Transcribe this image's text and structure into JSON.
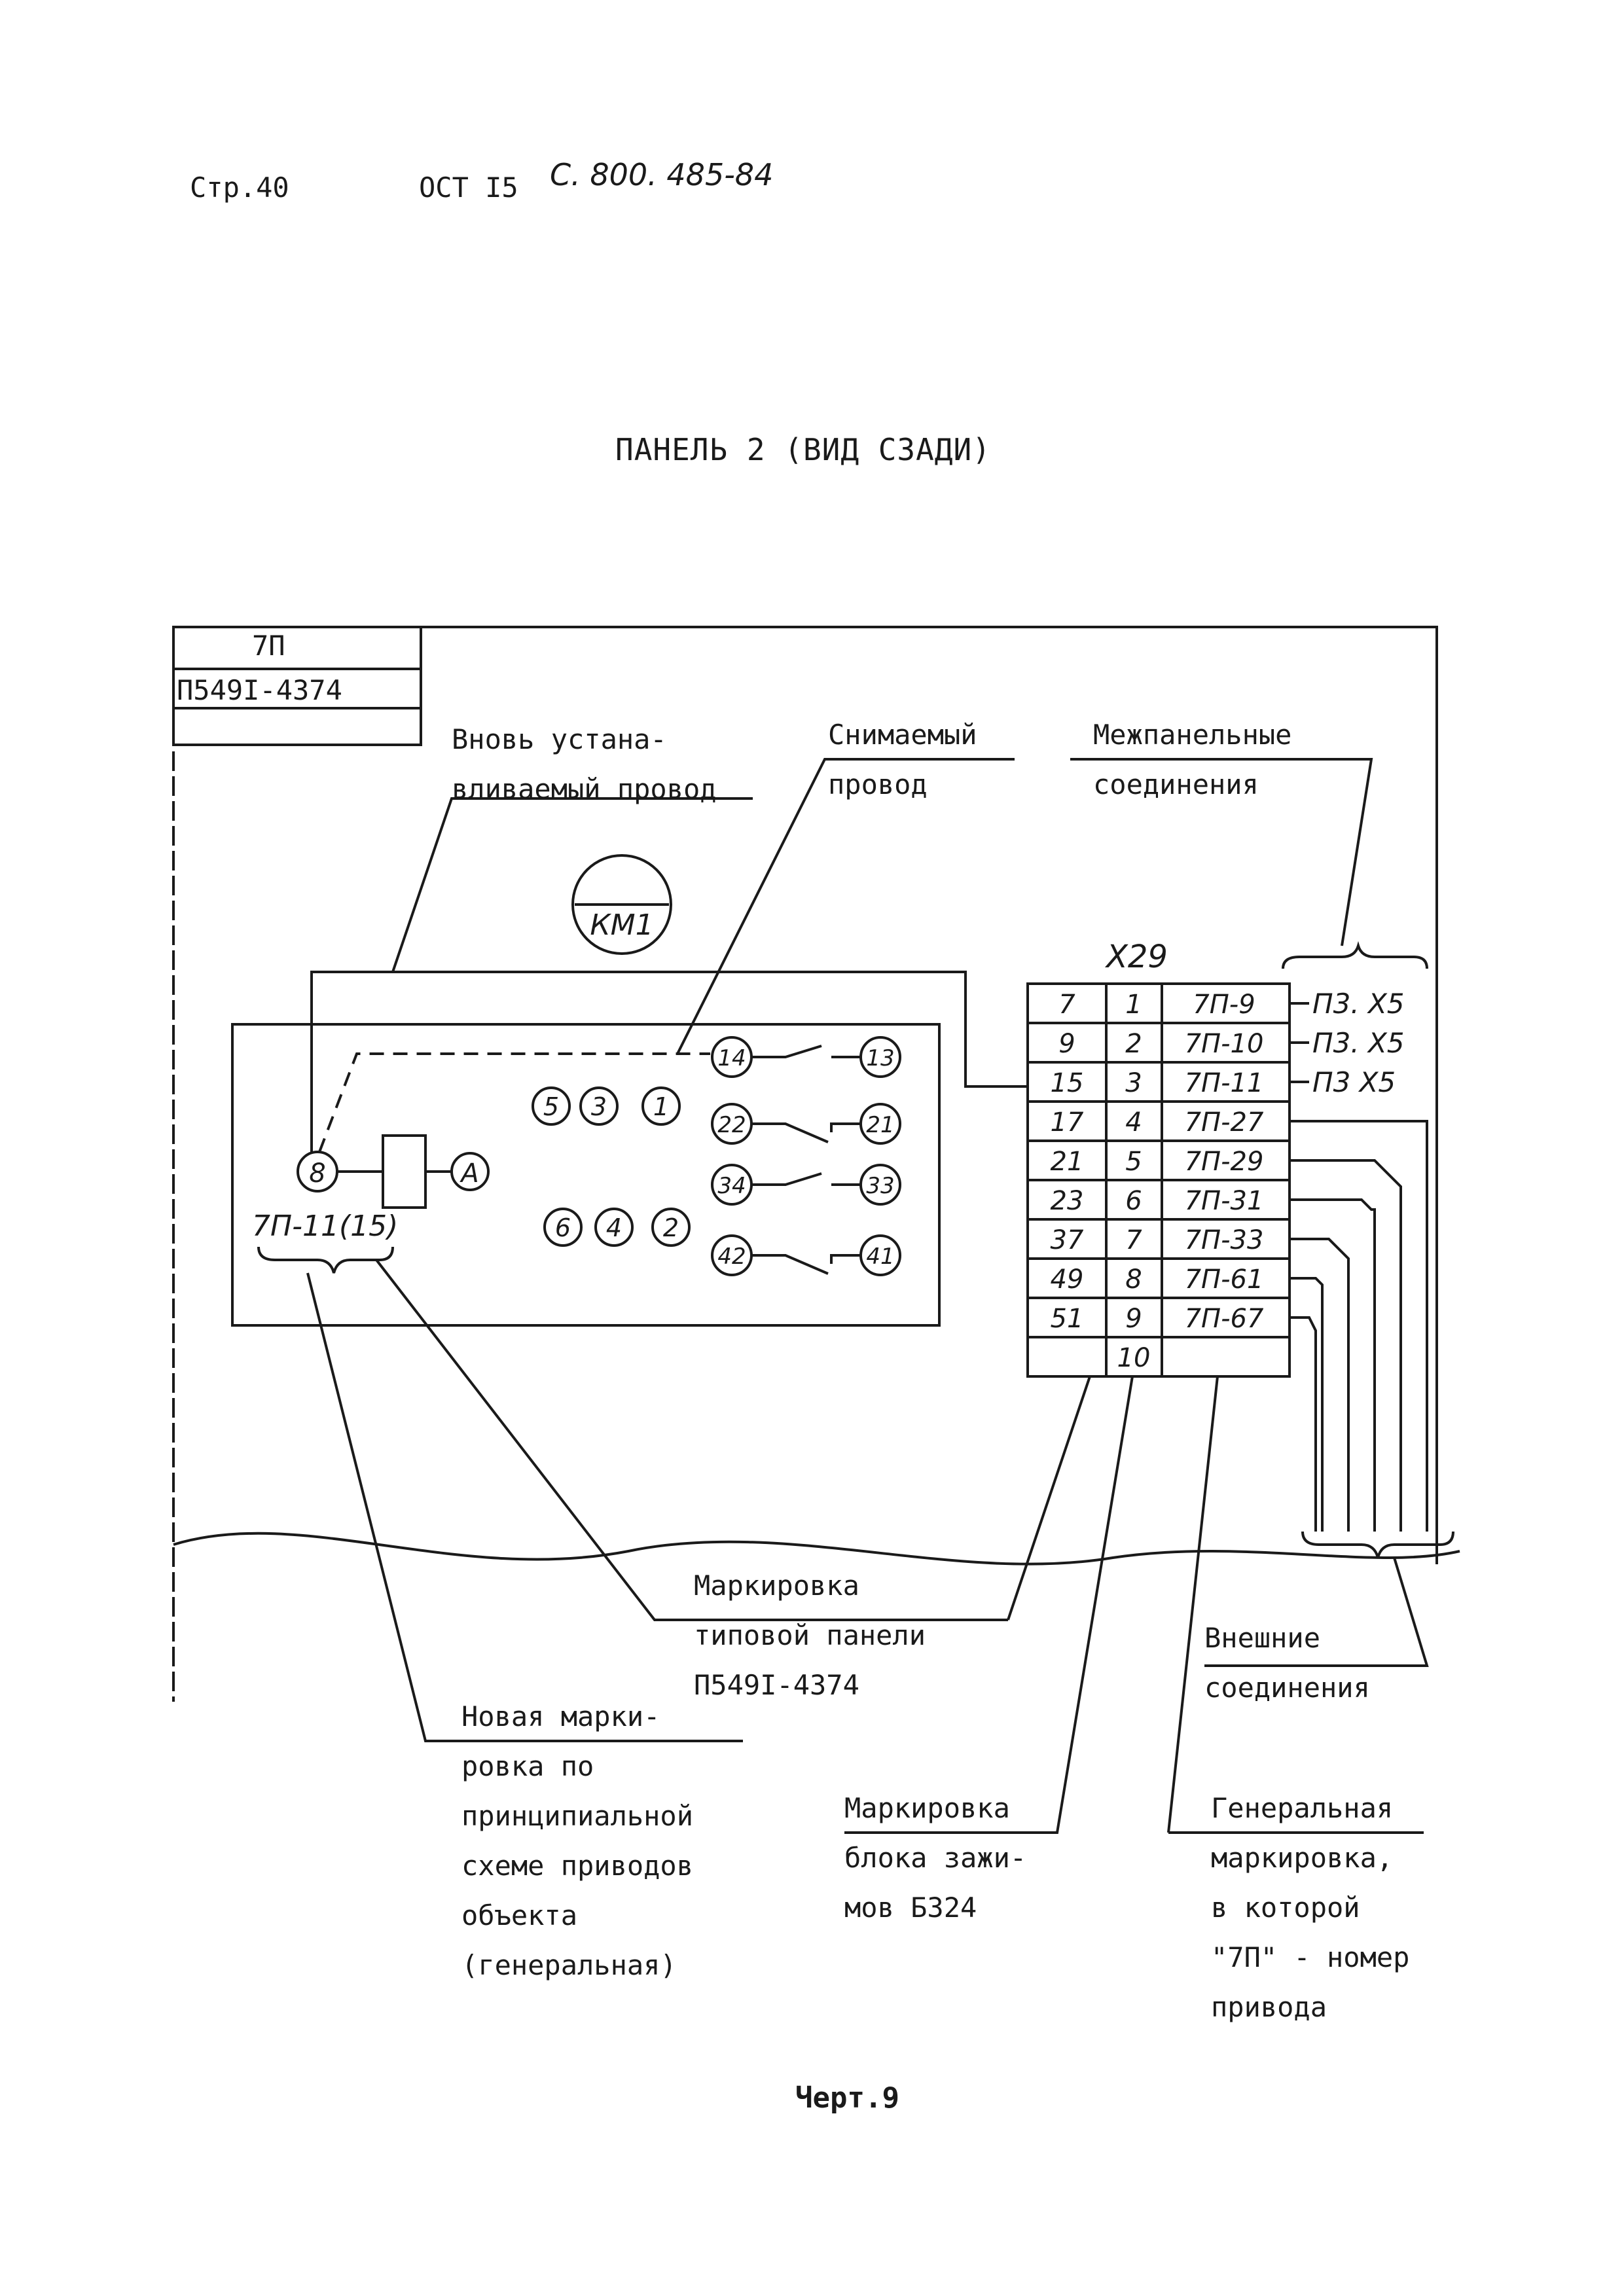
{
  "header": {
    "page_label": "Стр.40",
    "standard_prefix": "ОСТ I5",
    "standard_number": "С. 800. 485-84"
  },
  "title": "ПАНЕЛЬ 2 (ВИД СЗАДИ)",
  "title_block": {
    "drive": "7П",
    "panel_code": "П549I-4374"
  },
  "callouts": {
    "new_wire": "Вновь устана-\nвливаемый провод",
    "removed_wire": "Снимаемый\nпровод",
    "interpanel": "Межпанельные\nсоединения",
    "typical_panel": "Маркировка\nтиповой панели\nП549I-4374",
    "external": "Внешние\nсоединения",
    "new_marking": "Новая марки-\nровка по\nпринципиальной\nсхеме приводов\nобъекта\n(генеральная)",
    "terminal_block": "Маркировка\nблока зажи-\nмов БЗ24",
    "general_marking": "Генеральная\nмаркировка,\nв которой\n\"7П\" - номер\nпривода"
  },
  "device": {
    "relay_label": "КМ1",
    "terminal_8": "8",
    "terminal_a": "А",
    "wire_mark": "7П-11(15)",
    "top_row": [
      "5",
      "3",
      "1"
    ],
    "bottom_row": [
      "6",
      "4",
      "2"
    ],
    "contacts": [
      {
        "left": "14",
        "right": "13"
      },
      {
        "left": "22",
        "right": "21"
      },
      {
        "left": "34",
        "right": "33"
      },
      {
        "left": "42",
        "right": "41"
      }
    ]
  },
  "terminal_block": {
    "label": "X29",
    "rows": [
      {
        "a": "7",
        "b": "1",
        "c": "7П-9",
        "ext": "П3. Х5"
      },
      {
        "a": "9",
        "b": "2",
        "c": "7П-10",
        "ext": "П3. Х5"
      },
      {
        "a": "15",
        "b": "3",
        "c": "7П-11",
        "ext": "П3 Х5"
      },
      {
        "a": "17",
        "b": "4",
        "c": "7П-27",
        "ext": ""
      },
      {
        "a": "21",
        "b": "5",
        "c": "7П-29",
        "ext": ""
      },
      {
        "a": "23",
        "b": "6",
        "c": "7П-31",
        "ext": ""
      },
      {
        "a": "37",
        "b": "7",
        "c": "7П-33",
        "ext": ""
      },
      {
        "a": "49",
        "b": "8",
        "c": "7П-61",
        "ext": ""
      },
      {
        "a": "51",
        "b": "9",
        "c": "7П-67",
        "ext": ""
      },
      {
        "a": "",
        "b": "10",
        "c": "",
        "ext": ""
      }
    ]
  },
  "caption": "Черт.9"
}
